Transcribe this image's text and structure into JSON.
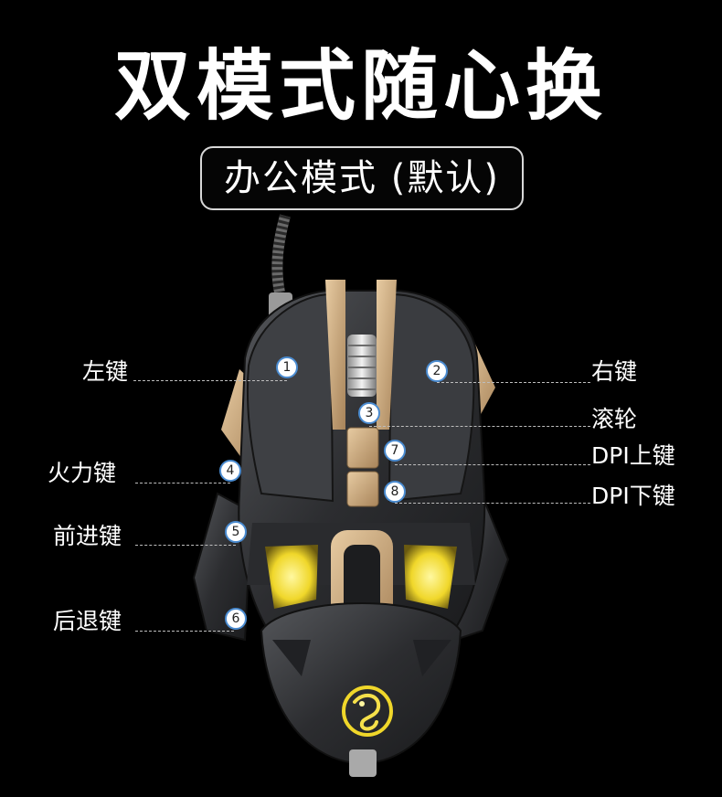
{
  "title": "双模式随心换",
  "mode": "办公模式 (默认)",
  "buttons": [
    {
      "num": "1",
      "label": "左键"
    },
    {
      "num": "2",
      "label": "右键"
    },
    {
      "num": "3",
      "label": "滚轮"
    },
    {
      "num": "4",
      "label": "火力键"
    },
    {
      "num": "5",
      "label": "前进键"
    },
    {
      "num": "6",
      "label": "后退键"
    },
    {
      "num": "7",
      "label": "DPI上键"
    },
    {
      "num": "8",
      "label": "DPI下键"
    }
  ],
  "colors": {
    "background": "#000000",
    "accent_gold": "#c9a57a",
    "shell": "#3a3b3e",
    "glow": "#f3e63a",
    "marker_ring": "#4a8bd0"
  }
}
